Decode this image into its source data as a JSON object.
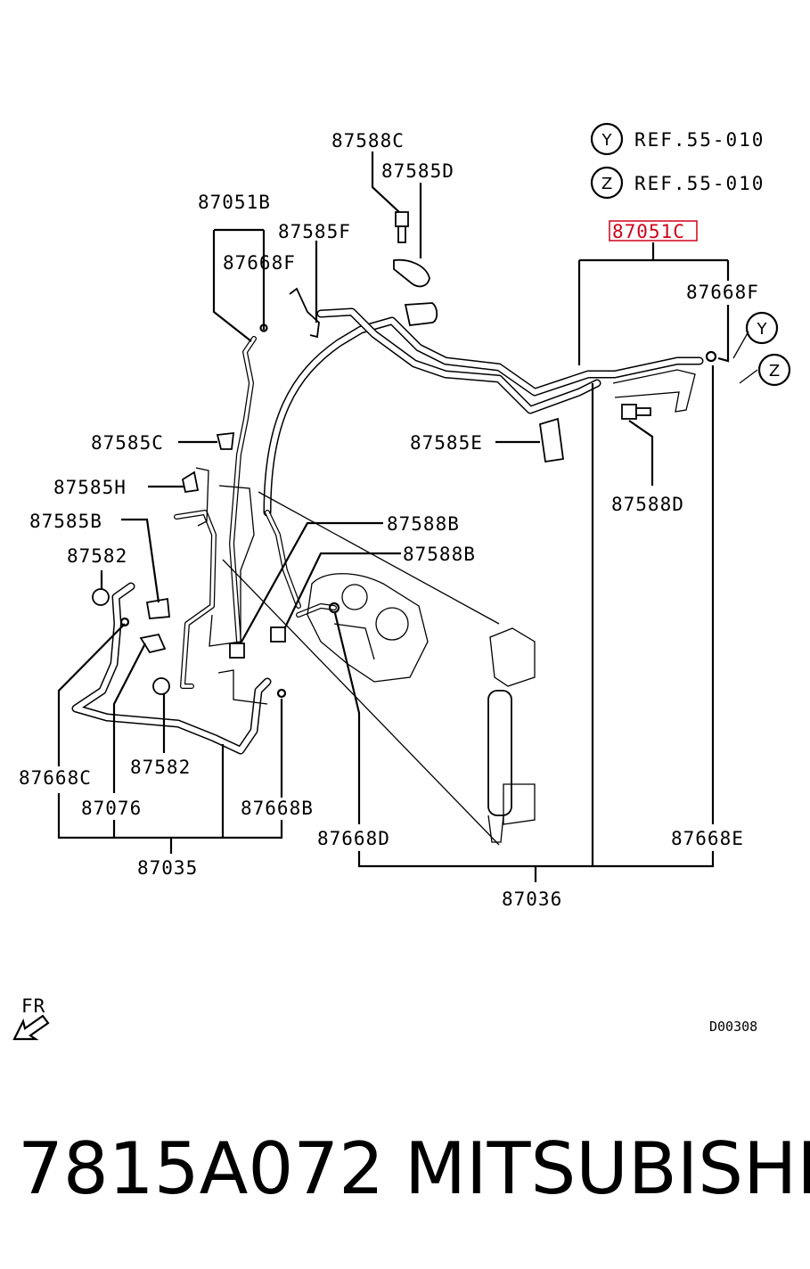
{
  "references": [
    {
      "letter": "Y",
      "text": "REF.55-010"
    },
    {
      "letter": "Z",
      "text": "REF.55-010"
    }
  ],
  "callout_letters": {
    "y": "Y",
    "z": "Z"
  },
  "highlighted_part": "87051C",
  "labels": {
    "p87588C": "87588C",
    "p87585D": "87585D",
    "p87051B": "87051B",
    "p87585F": "87585F",
    "p87668F_left": "87668F",
    "p87668F_right": "87668F",
    "p87585C": "87585C",
    "p87585E": "87585E",
    "p87585H": "87585H",
    "p87585B": "87585B",
    "p87588B_1": "87588B",
    "p87588B_2": "87588B",
    "p87582_top": "87582",
    "p87582_bottom": "87582",
    "p87588D": "87588D",
    "p87668C": "87668C",
    "p87076": "87076",
    "p87668B": "87668B",
    "p87035": "87035",
    "p87668D": "87668D",
    "p87668E": "87668E",
    "p87036": "87036"
  },
  "orientation": "FR",
  "drawing_code": "D00308",
  "footer": {
    "part_number": "7815A072",
    "brand": "MITSUBISHI"
  },
  "colors": {
    "line": "#000000",
    "highlight": "#d0021b",
    "background": "#ffffff"
  }
}
